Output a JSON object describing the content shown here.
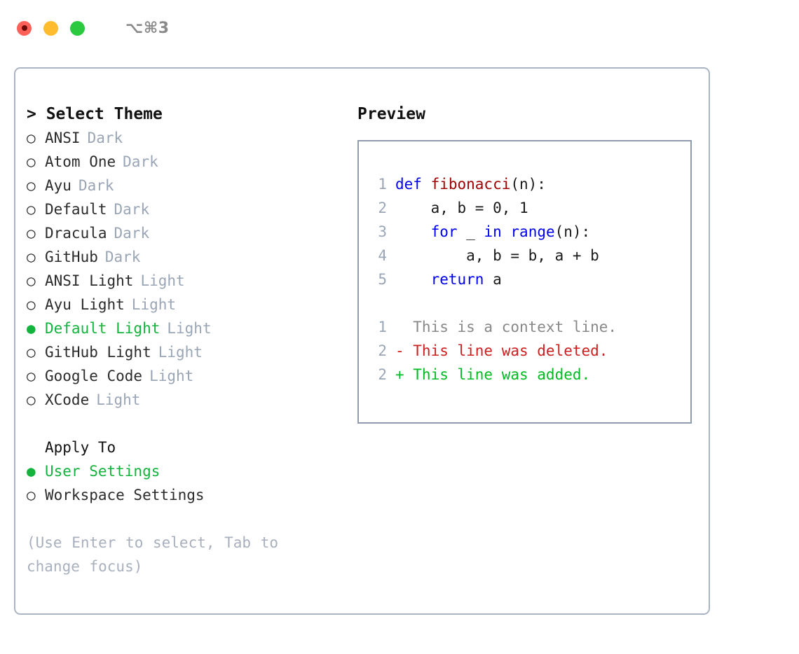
{
  "titlebar": {
    "dots": [
      {
        "name": "close-button",
        "color": "#ff6058"
      },
      {
        "name": "minimize-button",
        "color": "#febc2e"
      },
      {
        "name": "maximize-button",
        "color": "#2bc93f"
      }
    ],
    "shortcut": "⌥⌘3"
  },
  "theme_picker": {
    "header": "> Select Theme",
    "unselected_marker": "○",
    "selected_marker": "●",
    "items": [
      {
        "label": "ANSI",
        "badge": "Dark",
        "selected": false
      },
      {
        "label": "Atom One",
        "badge": "Dark",
        "selected": false
      },
      {
        "label": "Ayu",
        "badge": "Dark",
        "selected": false
      },
      {
        "label": "Default",
        "badge": "Dark",
        "selected": false
      },
      {
        "label": "Dracula",
        "badge": "Dark",
        "selected": false
      },
      {
        "label": "GitHub",
        "badge": "Dark",
        "selected": false
      },
      {
        "label": "ANSI Light",
        "badge": "Light",
        "selected": false
      },
      {
        "label": "Ayu Light",
        "badge": "Light",
        "selected": false
      },
      {
        "label": "Default Light",
        "badge": "Light",
        "selected": true
      },
      {
        "label": "GitHub Light",
        "badge": "Light",
        "selected": false
      },
      {
        "label": "Google Code",
        "badge": "Light",
        "selected": false
      },
      {
        "label": "XCode",
        "badge": "Light",
        "selected": false
      }
    ]
  },
  "apply_to": {
    "header": "Apply To",
    "items": [
      {
        "label": "User Settings",
        "selected": true
      },
      {
        "label": "Workspace Settings",
        "selected": false
      }
    ]
  },
  "hint": "(Use Enter to select, Tab to change focus)",
  "preview": {
    "title": "Preview",
    "code_lines": [
      {
        "no": "1",
        "tokens": [
          {
            "t": "def ",
            "c": "kw"
          },
          {
            "t": "fibonacci",
            "c": "fn"
          },
          {
            "t": "(n):",
            "c": "plain"
          }
        ]
      },
      {
        "no": "2",
        "tokens": [
          {
            "t": "    a, b = 0, 1",
            "c": "plain"
          }
        ]
      },
      {
        "no": "3",
        "tokens": [
          {
            "t": "    ",
            "c": "plain"
          },
          {
            "t": "for",
            "c": "kw"
          },
          {
            "t": " _ ",
            "c": "plain"
          },
          {
            "t": "in",
            "c": "kw"
          },
          {
            "t": " ",
            "c": "plain"
          },
          {
            "t": "range",
            "c": "kw"
          },
          {
            "t": "(n):",
            "c": "plain"
          }
        ]
      },
      {
        "no": "4",
        "tokens": [
          {
            "t": "        a, b = b, a + b",
            "c": "plain"
          }
        ]
      },
      {
        "no": "5",
        "tokens": [
          {
            "t": "    ",
            "c": "plain"
          },
          {
            "t": "return",
            "c": "kw"
          },
          {
            "t": " a",
            "c": "plain"
          }
        ]
      }
    ],
    "diff_lines": [
      {
        "no": "1",
        "text": "  This is a context line.",
        "kind": "context"
      },
      {
        "no": "2",
        "text": "- This line was deleted.",
        "kind": "del"
      },
      {
        "no": "2",
        "text": "+ This line was added.",
        "kind": "add"
      }
    ]
  },
  "colors": {
    "accent_green": "#14b33e",
    "badge_gray": "#9aa5b5",
    "hint_gray": "#a8b0bd",
    "border_gray": "#aab4c2",
    "preview_border": "#8e9bad",
    "keyword_blue": "#0000ee",
    "function_red": "#a00000",
    "diff_del_red": "#cc2020",
    "diff_add_green": "#00bb22"
  }
}
